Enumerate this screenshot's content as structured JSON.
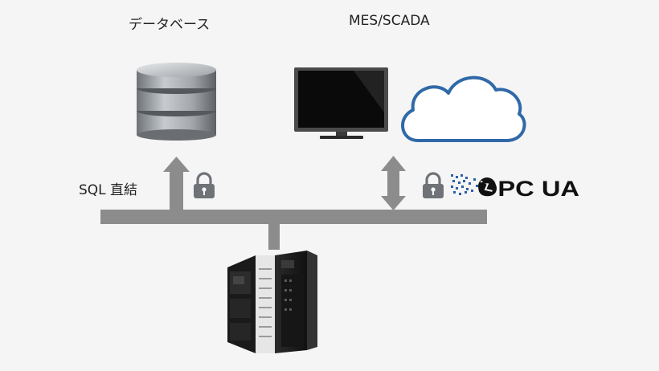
{
  "labels": {
    "database": "データベース",
    "mes_scada": "MES/SCADA",
    "sql_direct": "SQL 直結",
    "opc_ua": "OPC UA"
  },
  "colors": {
    "bus": "#8c8c8c",
    "cloud_stroke": "#2f69a8",
    "lock": "#6f7378",
    "background": "#f5f5f5",
    "opc_blue": "#2d5fa8"
  },
  "icons": [
    "database-icon",
    "monitor-icon",
    "cloud-icon",
    "lock-icon",
    "plc-controller-icon",
    "opc-ua-logo"
  ]
}
